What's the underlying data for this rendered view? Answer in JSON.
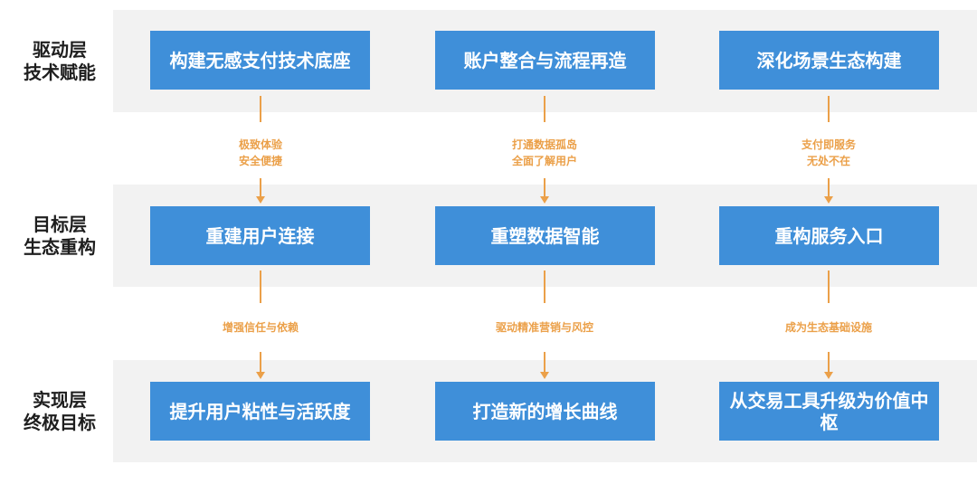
{
  "colors": {
    "band_bg": "#f2f2f2",
    "box_bg": "#3f8fd9",
    "box_text": "#ffffff",
    "connector": "#eba049",
    "label_text": "#1e1e1e"
  },
  "layers": [
    {
      "label_line1": "驱动层",
      "label_line2": "技术赋能",
      "boxes": [
        "构建无感支付技术底座",
        "账户整合与流程再造",
        "深化场景生态构建"
      ]
    },
    {
      "label_line1": "目标层",
      "label_line2": "生态重构",
      "boxes": [
        "重建用户连接",
        "重塑数据智能",
        "重构服务入口"
      ]
    },
    {
      "label_line1": "实现层",
      "label_line2": "终极目标",
      "boxes": [
        "提升用户粘性与活跃度",
        "打造新的增长曲线",
        "从交易工具升级为价值中枢"
      ]
    }
  ],
  "connectors": [
    [
      {
        "line1": "极致体验",
        "line2": "安全便捷"
      },
      {
        "line1": "打通数据孤岛",
        "line2": "全面了解用户"
      },
      {
        "line1": "支付即服务",
        "line2": "无处不在"
      }
    ],
    [
      {
        "line1": "增强信任与依赖",
        "line2": ""
      },
      {
        "line1": "驱动精准营销与风控",
        "line2": ""
      },
      {
        "line1": "成为生态基础设施",
        "line2": ""
      }
    ]
  ]
}
